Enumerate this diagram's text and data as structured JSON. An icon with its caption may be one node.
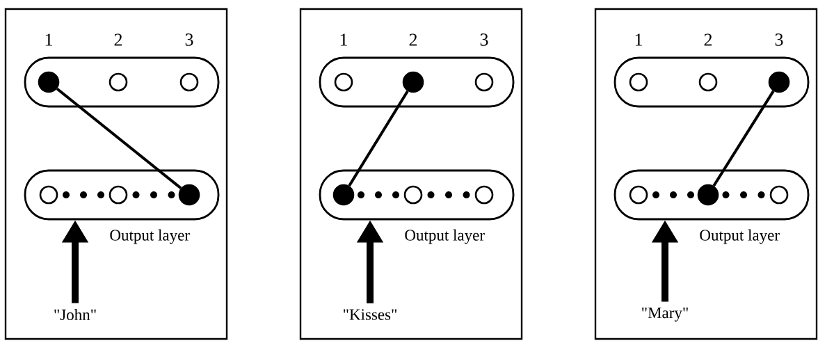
{
  "diagram": {
    "nodes": [
      {
        "text": [],
        "shape": "box"
      },
      {
        "text": [],
        "shape": "box",
        "in": 0
      },
      {
        "text": [],
        "shape": "disc",
        "in": 1
      },
      {
        "text": [],
        "shape": "circle",
        "in": 1
      },
      {
        "text": [],
        "shape": "circle",
        "in": 1
      },
      {
        "text": [],
        "shape": "box",
        "in": 0,
        "beside": [
          "Output layer"
        ]
      },
      {
        "text": [],
        "shape": "circle",
        "in": 5
      },
      {
        "text": [],
        "shape": "circle",
        "in": 5
      },
      {
        "text": [],
        "shape": "disc",
        "in": 5
      },
      {
        "text": [
          "\"John\""
        ],
        "in": 0
      },
      {
        "text": [],
        "shape": "box"
      },
      {
        "text": [],
        "shape": "box",
        "in": 10
      },
      {
        "text": [],
        "shape": "circle",
        "in": 11
      },
      {
        "text": [],
        "shape": "disc",
        "in": 11
      },
      {
        "text": [],
        "shape": "circle",
        "in": 11
      },
      {
        "text": [],
        "shape": "box",
        "in": 10,
        "beside": [
          "Output layer"
        ]
      },
      {
        "text": [],
        "shape": "disc",
        "in": 15
      },
      {
        "text": [],
        "shape": "circle",
        "in": 15
      },
      {
        "text": [],
        "shape": "circle",
        "in": 15
      },
      {
        "text": [
          "\"Kisses\""
        ],
        "in": 10
      },
      {
        "text": [],
        "shape": "box"
      },
      {
        "text": [],
        "shape": "box",
        "in": 20
      },
      {
        "text": [],
        "shape": "circle",
        "in": 21
      },
      {
        "text": [],
        "shape": "circle",
        "in": 21
      },
      {
        "text": [],
        "shape": "disc",
        "in": 21
      },
      {
        "text": [],
        "shape": "box",
        "in": 20,
        "beside": [
          "Output layer"
        ]
      },
      {
        "text": [],
        "shape": "circle",
        "in": 25
      },
      {
        "text": [],
        "shape": "disc",
        "in": 25
      },
      {
        "text": [],
        "shape": "circle",
        "in": 25
      },
      {
        "text": [
          "\"Mary\""
        ],
        "in": 20
      }
    ],
    "edges": [
      {
        "from": 2,
        "to": 8,
        "arrow": "none"
      },
      {
        "from": 9,
        "to": 5,
        "arrow": "to",
        "style": "thick"
      },
      {
        "from": 13,
        "to": 16,
        "arrow": "none"
      },
      {
        "from": 19,
        "to": 15,
        "arrow": "to",
        "style": "thick"
      },
      {
        "from": 24,
        "to": 27,
        "arrow": "none"
      },
      {
        "from": 29,
        "to": 25,
        "arrow": "to",
        "style": "thick"
      }
    ],
    "labels": [
      "1",
      "2",
      "3",
      "1",
      "2",
      "3",
      "1",
      "2",
      "3"
    ]
  }
}
